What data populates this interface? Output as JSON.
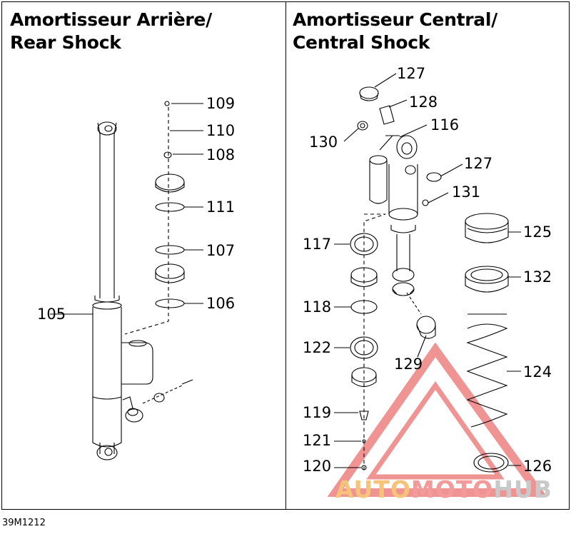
{
  "titles": {
    "rear_line1": "Amortisseur Arrière/",
    "rear_line2": "Rear Shock",
    "central_line1": "Amortisseur Central/",
    "central_line2": "Central Shock"
  },
  "callouts": {
    "c105": "105",
    "c106": "106",
    "c107": "107",
    "c108": "108",
    "c109": "109",
    "c110": "110",
    "c111": "111",
    "c116": "116",
    "c117": "117",
    "c118": "118",
    "c119": "119",
    "c120": "120",
    "c121": "121",
    "c122": "122",
    "c124": "124",
    "c125": "125",
    "c126": "126",
    "c127a": "127",
    "c127b": "127",
    "c128": "128",
    "c129": "129",
    "c130": "130",
    "c131": "131",
    "c132": "132"
  },
  "figure_code": "39M1212",
  "watermark": {
    "part1": "AUTO",
    "part2": "MOTO",
    "part3": "HUB"
  },
  "colors": {
    "line": "#000000",
    "watermark_red": "#e23b3b",
    "watermark_orange": "#f5a623"
  }
}
